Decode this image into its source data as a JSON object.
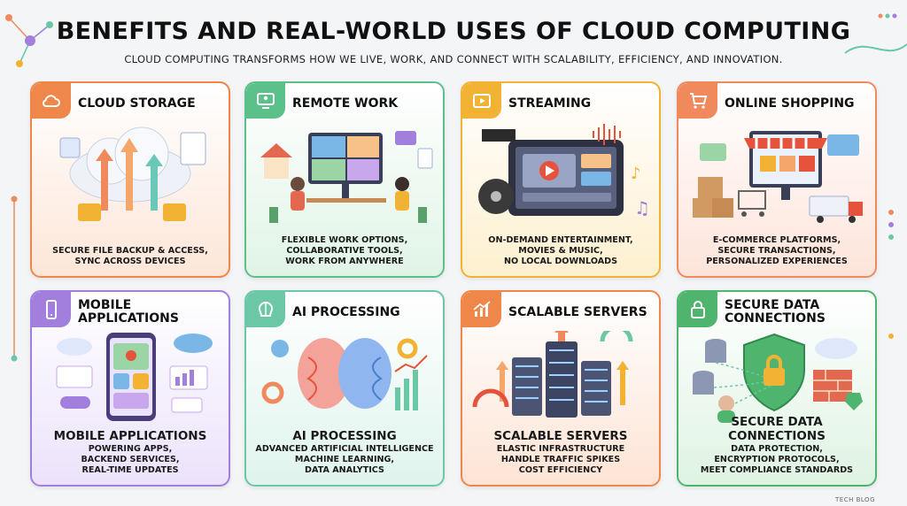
{
  "header": {
    "title": "BENEFITS AND REAL-WORLD USES OF CLOUD COMPUTING",
    "subtitle": "CLOUD COMPUTING TRANSFORMS HOW WE LIVE, WORK, AND CONNECT WITH SCALABILITY, EFFICIENCY, AND INNOVATION."
  },
  "cards": [
    {
      "title": "CLOUD STORAGE",
      "icon": "cloud-icon",
      "color": "#f0874a",
      "heading": "",
      "lines": [
        "SECURE FILE BACKUP & ACCESS,",
        "SYNC ACROSS DEVICES"
      ]
    },
    {
      "title": "REMOTE WORK",
      "icon": "remote-work-icon",
      "color": "#5bc08a",
      "heading": "",
      "lines": [
        "FLEXIBLE WORK OPTIONS,",
        "COLLABORATIVE TOOLS,",
        "WORK FROM ANYWHERE"
      ]
    },
    {
      "title": "STREAMING",
      "icon": "play-icon",
      "color": "#f2b233",
      "heading": "",
      "lines": [
        "ON-DEMAND ENTERTAINMENT,",
        "MOVIES & MUSIC,",
        "NO LOCAL DOWNLOADS"
      ]
    },
    {
      "title": "ONLINE SHOPPING",
      "icon": "cart-icon",
      "color": "#f08a5d",
      "heading": "",
      "lines": [
        "E-COMMERCE PLATFORMS,",
        "SECURE TRANSACTIONS,",
        "PERSONALIZED EXPERIENCES"
      ]
    },
    {
      "title": "MOBILE APPLICATIONS",
      "icon": "phone-icon",
      "color": "#a27fdc",
      "heading": "MOBILE APPLICATIONS",
      "lines": [
        "POWERING APPS,",
        "BACKEND SERVICES,",
        "REAL-TIME UPDATES"
      ]
    },
    {
      "title": "AI PROCESSING",
      "icon": "brain-icon",
      "color": "#6cc7a6",
      "heading": "AI PROCESSING",
      "lines": [
        "ADVANCED ARTIFICIAL INTELLIGENCE",
        "MACHINE LEARNING,",
        "DATA ANALYTICS"
      ]
    },
    {
      "title": "SCALABLE SERVERS",
      "icon": "growth-chart-icon",
      "color": "#f0874a",
      "heading": "SCALABLE SERVERS",
      "lines": [
        "ELASTIC INFRASTRUCTURE",
        "HANDLE TRAFFIC SPIKES",
        "COST EFFICIENCY"
      ]
    },
    {
      "title": "SECURE DATA CONNECTIONS",
      "icon": "lock-icon",
      "color": "#4fb56e",
      "heading": "SECURE DATA CONNECTIONS",
      "lines": [
        "DATA PROTECTION,",
        "ENCRYPTION PROTOCOLS,",
        "MEET COMPLIANCE STANDARDS"
      ]
    }
  ],
  "footer": {
    "tag": "TECH BLOG"
  }
}
